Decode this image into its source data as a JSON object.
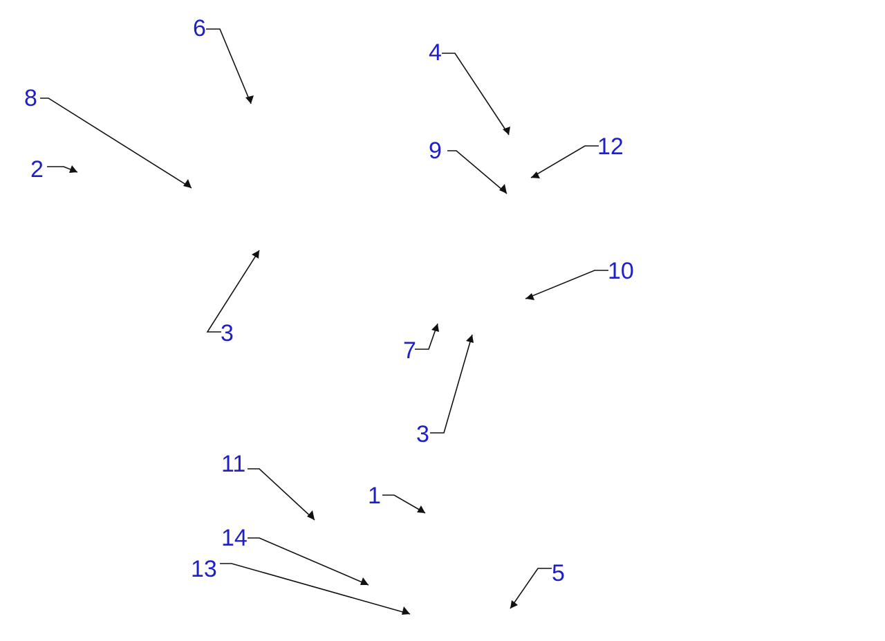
{
  "callouts": [
    {
      "id": "c6",
      "label": "6"
    },
    {
      "id": "c4",
      "label": "4"
    },
    {
      "id": "c8",
      "label": "8"
    },
    {
      "id": "c12",
      "label": "12"
    },
    {
      "id": "c9",
      "label": "9"
    },
    {
      "id": "c2",
      "label": "2"
    },
    {
      "id": "c10",
      "label": "10"
    },
    {
      "id": "c3a",
      "label": "3"
    },
    {
      "id": "c7",
      "label": "7"
    },
    {
      "id": "c3b",
      "label": "3"
    },
    {
      "id": "c11",
      "label": "11"
    },
    {
      "id": "c1",
      "label": "1"
    },
    {
      "id": "c14",
      "label": "14"
    },
    {
      "id": "c5",
      "label": "5"
    },
    {
      "id": "c13",
      "label": "13"
    }
  ]
}
